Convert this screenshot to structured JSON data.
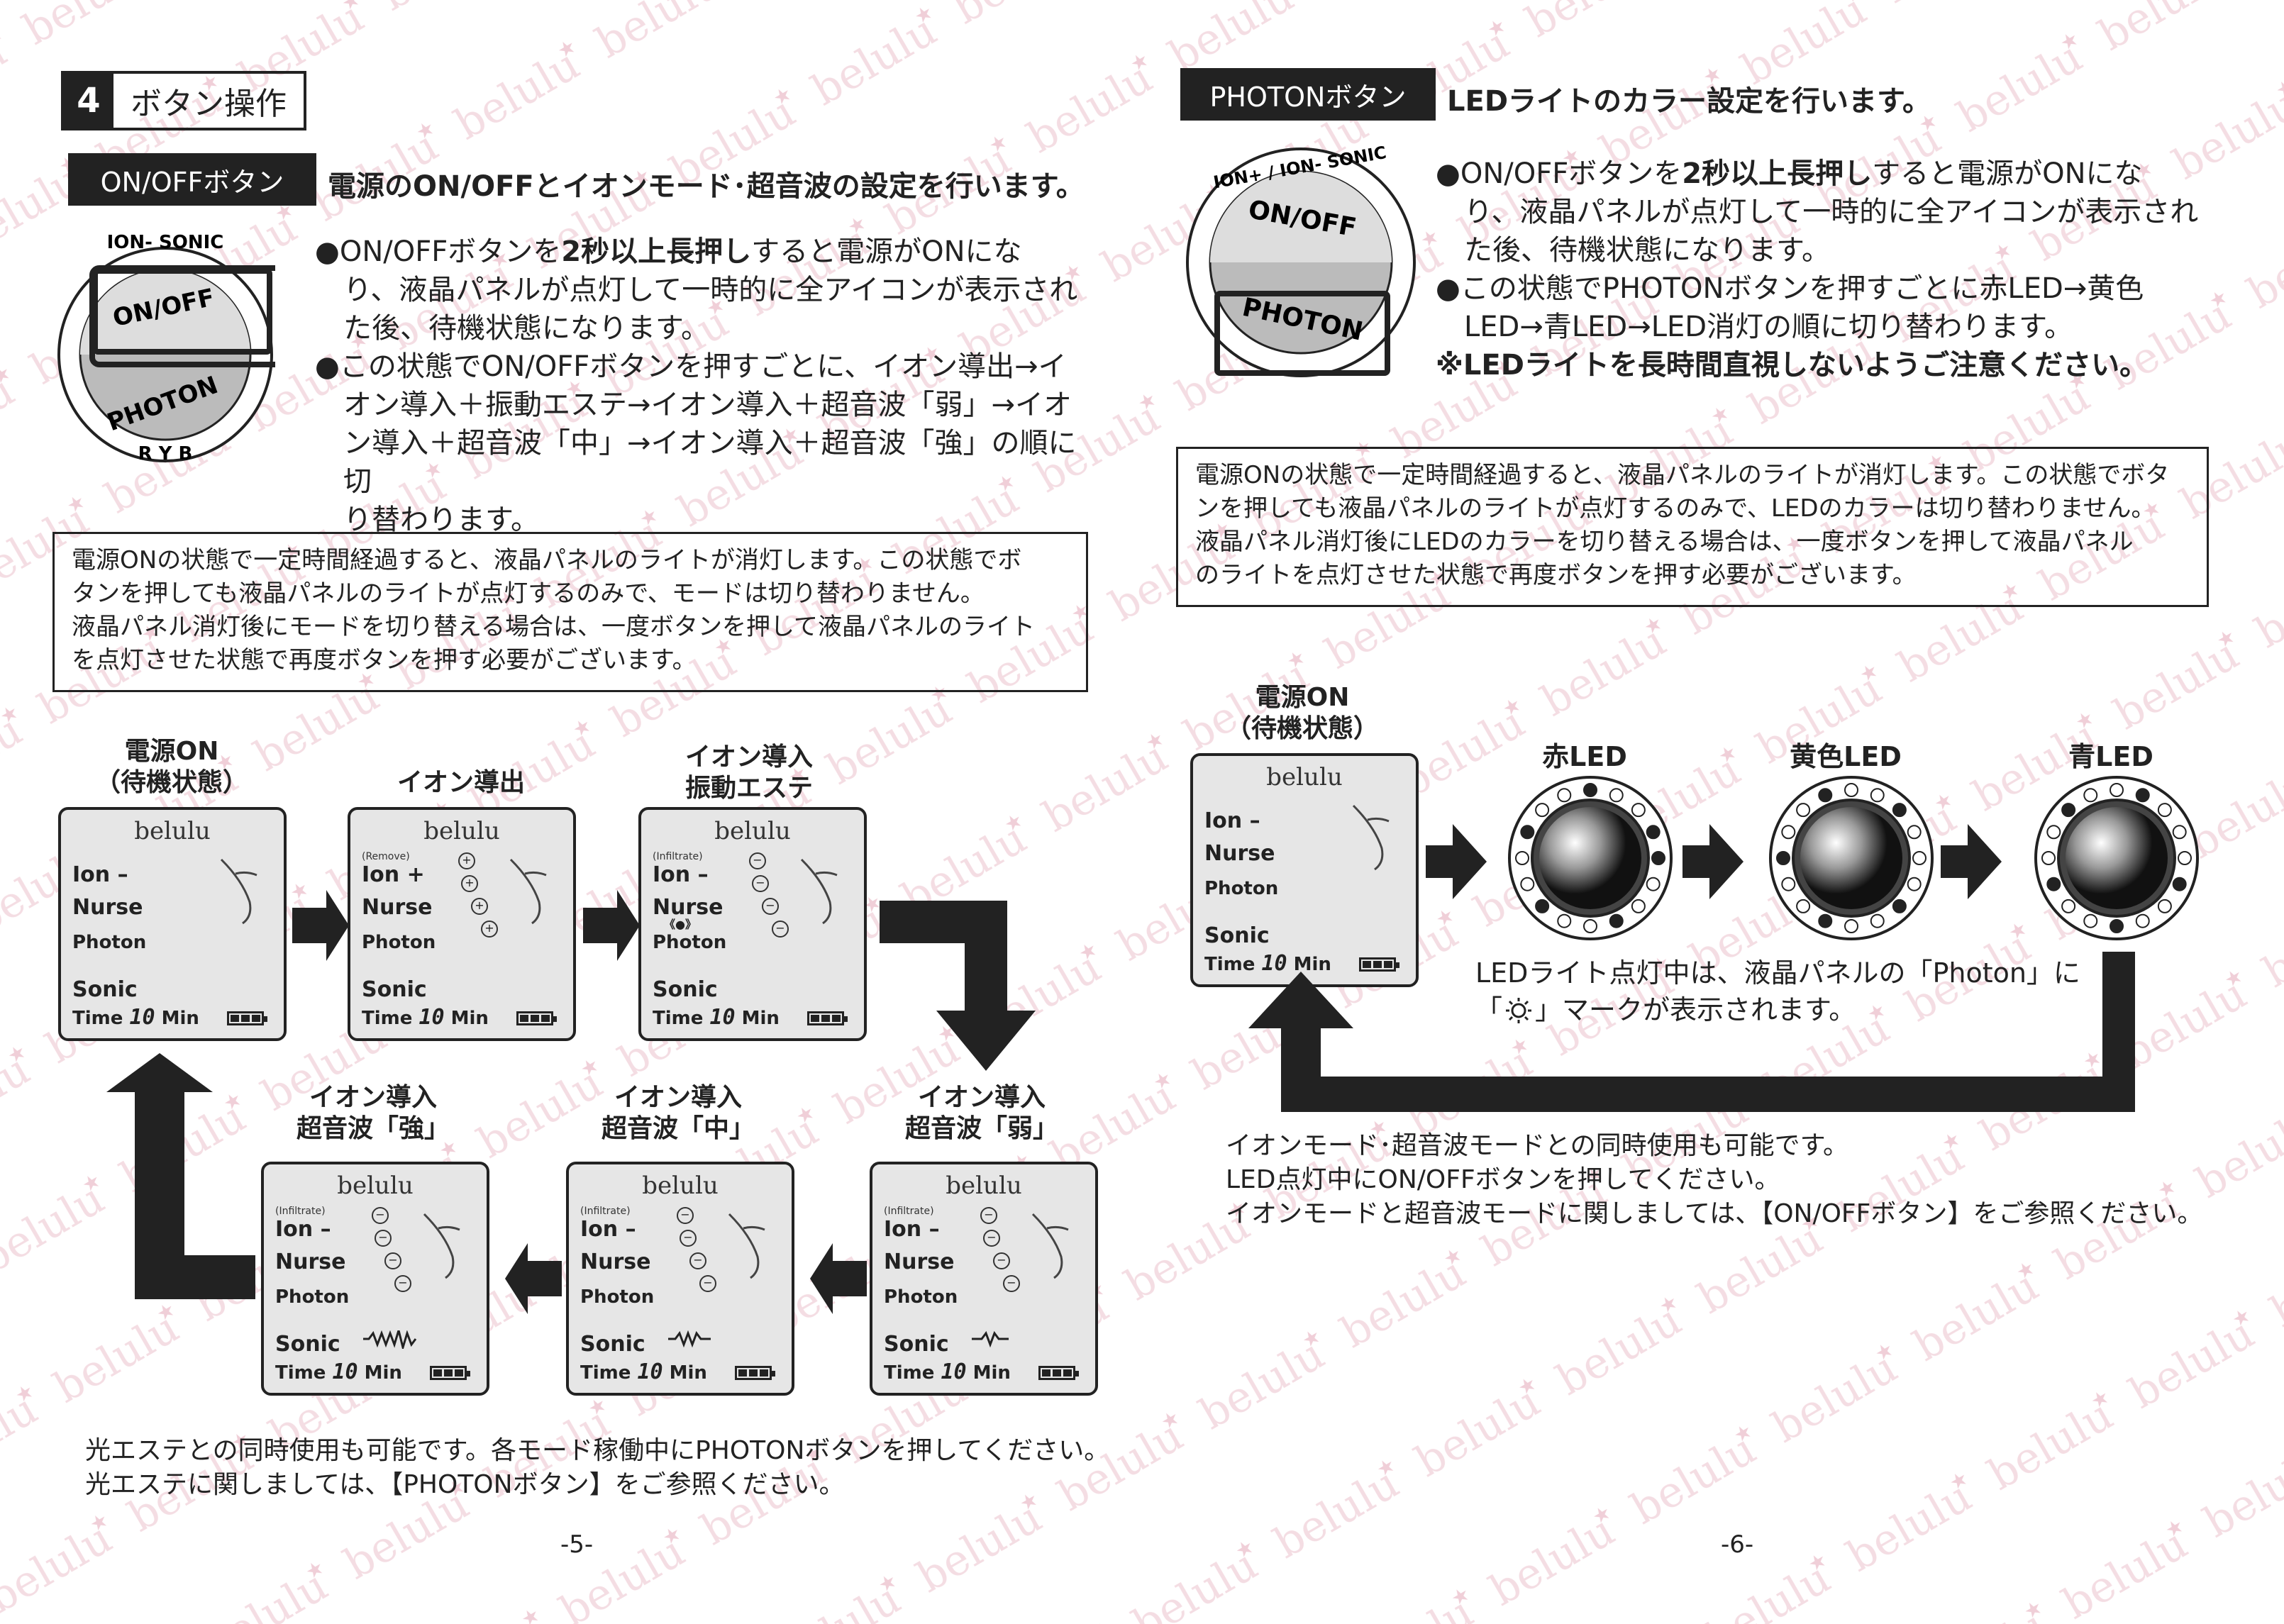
{
  "left": {
    "section_number": "4",
    "section_title": "ボタン操作",
    "onoff_tag": "ON/OFFボタン",
    "onoff_desc": "電源のON/OFFとイオンモード･超音波の設定を行います。",
    "knob_top_label": "ON/OFF",
    "knob_bottom_label": "PHOTON",
    "knob_ring_label": "ION- SONIC",
    "knob_rgb": "R Y B",
    "bullet1_pre": "●ON/OFFボタンを",
    "bullet1_bold": "2秒以上長押し",
    "bullet1_l1_post": "すると電源がONにな",
    "bullet1_l2": "り、液晶パネルが点灯して一時的に全アイコンが表示され",
    "bullet1_l3": "た後、待機状態になります。",
    "bullet2_l1": "●この状態でON/OFFボタンを押すごとに、イオン導出→イ",
    "bullet2_l2": "オン導入＋振動エステ→イオン導入＋超音波「弱」→イオ",
    "bullet2_l3": "ン導入＋超音波「中」→イオン導入＋超音波「強」の順に切",
    "bullet2_l4": "り替わります。",
    "note_l1": "電源ONの状態で一定時間経過すると、液晶パネルのライトが消灯します。この状態でボ",
    "note_l2": "タンを押しても液晶パネルのライトが点灯するのみで、モードは切り替わりません。",
    "note_l3": "液晶パネル消灯後にモードを切り替える場合は、一度ボタンを押して液晶パネルのライト",
    "note_l4": "を点灯させた状態で再度ボタンを押す必要がございます。",
    "states": [
      {
        "label1": "電源ON",
        "label2": "（待機状態）",
        "ion": "Ion –",
        "ion_sub": ""
      },
      {
        "label1": "",
        "label2": "イオン導出",
        "ion": "Ion +",
        "ion_sub": "(Remove)"
      },
      {
        "label1": "イオン導入",
        "label2": "振動エステ",
        "ion": "Ion –",
        "ion_sub": "(Infiltrate)"
      },
      {
        "label1": "イオン導入",
        "label2": "超音波「弱」",
        "ion": "Ion –",
        "ion_sub": "(Infiltrate)"
      },
      {
        "label1": "イオン導入",
        "label2": "超音波「中」",
        "ion": "Ion –",
        "ion_sub": "(Infiltrate)"
      },
      {
        "label1": "イオン導入",
        "label2": "超音波「強」",
        "ion": "Ion –",
        "ion_sub": "(Infiltrate)"
      }
    ],
    "lcd": {
      "brand": "belulu",
      "nurse": "Nurse",
      "photon": "Photon",
      "sonic": "Sonic",
      "time": "Time",
      "time_val": "10",
      "min": "Min"
    },
    "footer_l1": "光エステとの同時使用も可能です。各モード稼働中にPHOTONボタンを押してください。",
    "footer_l2": "光エステに関しましては、【PHOTONボタン】をご参照ください。",
    "page_num": "-5-"
  },
  "right": {
    "photon_tag": "PHOTONボタン",
    "photon_desc": "LEDライトのカラー設定を行います。",
    "knob_top_label": "ON/OFF",
    "knob_bottom_label": "PHOTON",
    "knob_ring_label": "ION+ / ION- SONIC",
    "bullet1_pre": "●ON/OFFボタンを",
    "bullet1_bold": "2秒以上長押し",
    "bullet1_l1_post": "すると電源がONにな",
    "bullet1_l2": "り、液晶パネルが点灯して一時的に全アイコンが表示され",
    "bullet1_l3": "た後、待機状態になります。",
    "bullet2_l1": "●この状態でPHOTONボタンを押すごとに赤LED→黄色",
    "bullet2_l2": "LED→青LED→LED消灯の順に切り替わります。",
    "warning": "※LEDライトを長時間直視しないようご注意ください。",
    "note_l1": "電源ONの状態で一定時間経過すると、液晶パネルのライトが消灯します。この状態でボタ",
    "note_l2": "ンを押しても液晶パネルのライトが点灯するのみで、LEDのカラーは切り替わりません。",
    "note_l3": "液晶パネル消灯後にLEDのカラーを切り替える場合は、一度ボタンを押して液晶パネル",
    "note_l4": "のライトを点灯させた状態で再度ボタンを押す必要がございます。",
    "standby_l1": "電源ON",
    "standby_l2": "（待機状態）",
    "led_labels": [
      "赤LED",
      "黄色LED",
      "青LED"
    ],
    "led_info_l1": "LEDライト点灯中は、液晶パネルの「Photon」に",
    "led_info_l2_pre": "「",
    "led_info_l2_post": "」マークが表示されます。",
    "info_l1": "イオンモード･超音波モードとの同時使用も可能です。",
    "info_l2": "LED点灯中にON/OFFボタンを押してください。",
    "info_l3": "イオンモードと超音波モードに関しましては、【ON/OFFボタン】をご参照ください。",
    "page_num": "-6-"
  },
  "watermark": "belulu"
}
